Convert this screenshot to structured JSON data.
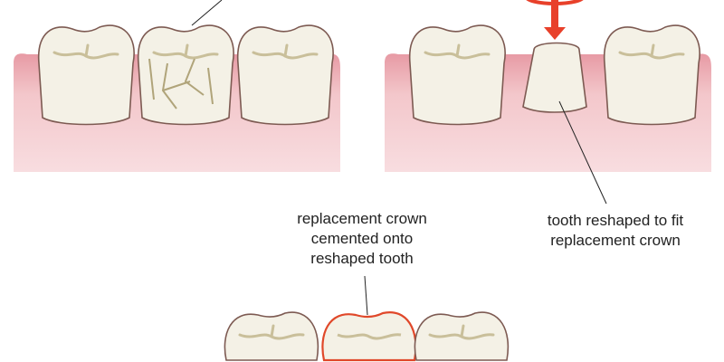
{
  "labels": {
    "crown_label": [
      "replacement crown",
      "cemented onto",
      "reshaped tooth"
    ],
    "reshaped_label": [
      "tooth reshaped to fit",
      "replacement crown"
    ]
  },
  "colors": {
    "gum": "#f3c7cb",
    "gum_shadow": "#e79aa4",
    "tooth": "#f4f1e6",
    "tooth_outline": "#7d5a52",
    "crack": "#c9bf9a",
    "crown_outline": "#e0482a",
    "arrow": "#e8402a"
  }
}
